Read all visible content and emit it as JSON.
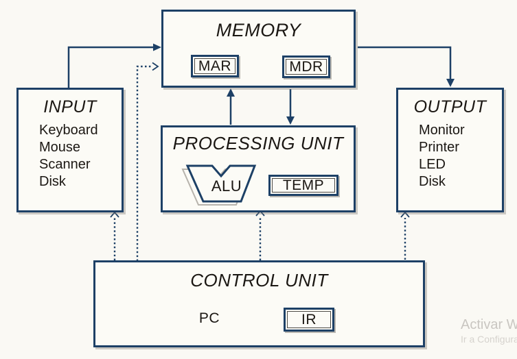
{
  "colors": {
    "navy": "#1d4066",
    "ink": "#1b1713",
    "bg": "#faf9f4",
    "boxbg": "#fcfbf6",
    "wm1": "#c9c6c1",
    "wm2": "#d6d3ce"
  },
  "boxes": {
    "memory": {
      "title": "MEMORY",
      "registers": [
        "MAR",
        "MDR"
      ]
    },
    "input": {
      "title": "INPUT",
      "items": [
        "Keyboard",
        "Mouse",
        "Scanner",
        "Disk"
      ]
    },
    "output": {
      "title": "OUTPUT",
      "items": [
        "Monitor",
        "Printer",
        "LED",
        "Disk"
      ]
    },
    "processing": {
      "title": "PROCESSING UNIT",
      "alu": "ALU",
      "temp": "TEMP"
    },
    "control": {
      "title": "CONTROL UNIT",
      "pc": "PC",
      "ir": "IR"
    }
  },
  "watermark": {
    "line1": "Activar W",
    "line2": "Ir a Configura"
  }
}
